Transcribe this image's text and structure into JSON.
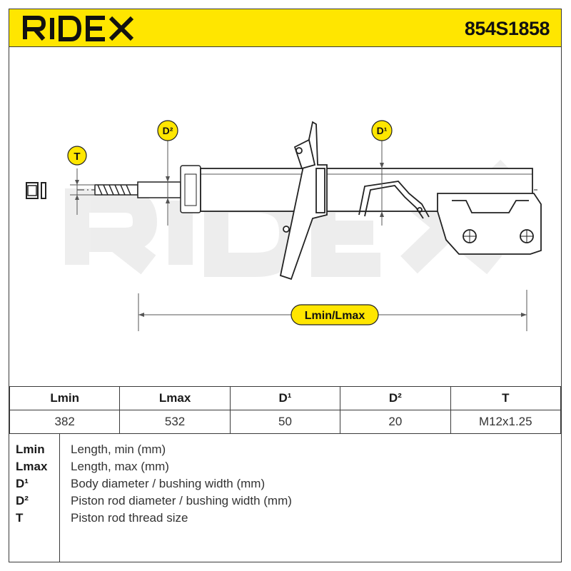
{
  "brand": {
    "name": "RIDEX",
    "color": "#ffe600"
  },
  "part_number": "854S1858",
  "drawing": {
    "watermark": "RIDEX",
    "labels": {
      "T": "T",
      "D2": "D²",
      "D1": "D¹",
      "length": "Lmin/Lmax"
    },
    "icons": [
      "nut-icon",
      "washer-icon"
    ]
  },
  "spec_table": {
    "headers": [
      "Lmin",
      "Lmax",
      "D¹",
      "D²",
      "T"
    ],
    "values": [
      "382",
      "532",
      "50",
      "20",
      "M12x1.25"
    ]
  },
  "legend": [
    {
      "key": "Lmin",
      "desc": "Length, min (mm)"
    },
    {
      "key": "Lmax",
      "desc": "Length, max (mm)"
    },
    {
      "key": "D¹",
      "desc": "Body diameter / bushing width (mm)"
    },
    {
      "key": "D²",
      "desc": "Piston rod diameter / bushing width (mm)"
    },
    {
      "key": "T",
      "desc": "Piston rod thread size"
    }
  ]
}
